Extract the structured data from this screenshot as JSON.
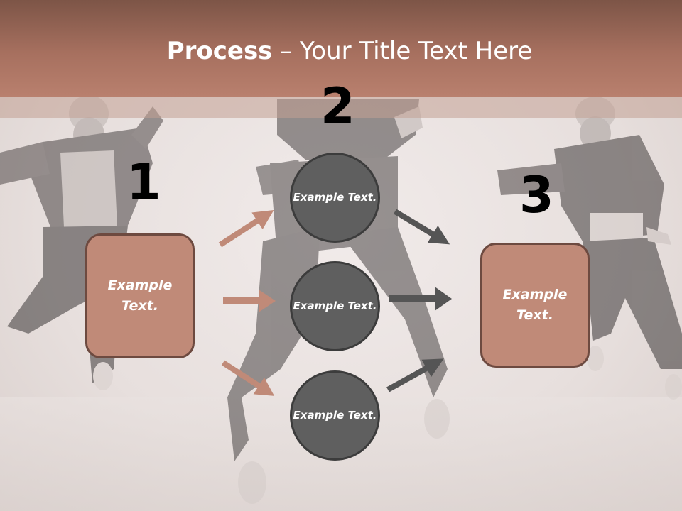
{
  "title": {
    "bold": "Process",
    "rest": " – Your Title Text Here"
  },
  "steps": [
    {
      "number": "1",
      "text": "Example Text."
    },
    {
      "number": "2",
      "items": [
        "Example Text.",
        "Example Text.",
        "Example Text."
      ]
    },
    {
      "number": "3",
      "text": "Example Text."
    }
  ],
  "colors": {
    "title_bar": "#a7705f",
    "box_fill": "#c08a78",
    "circle_fill": "#5f5f5f",
    "arrow_in": "#c08a78",
    "arrow_out": "#555555"
  }
}
